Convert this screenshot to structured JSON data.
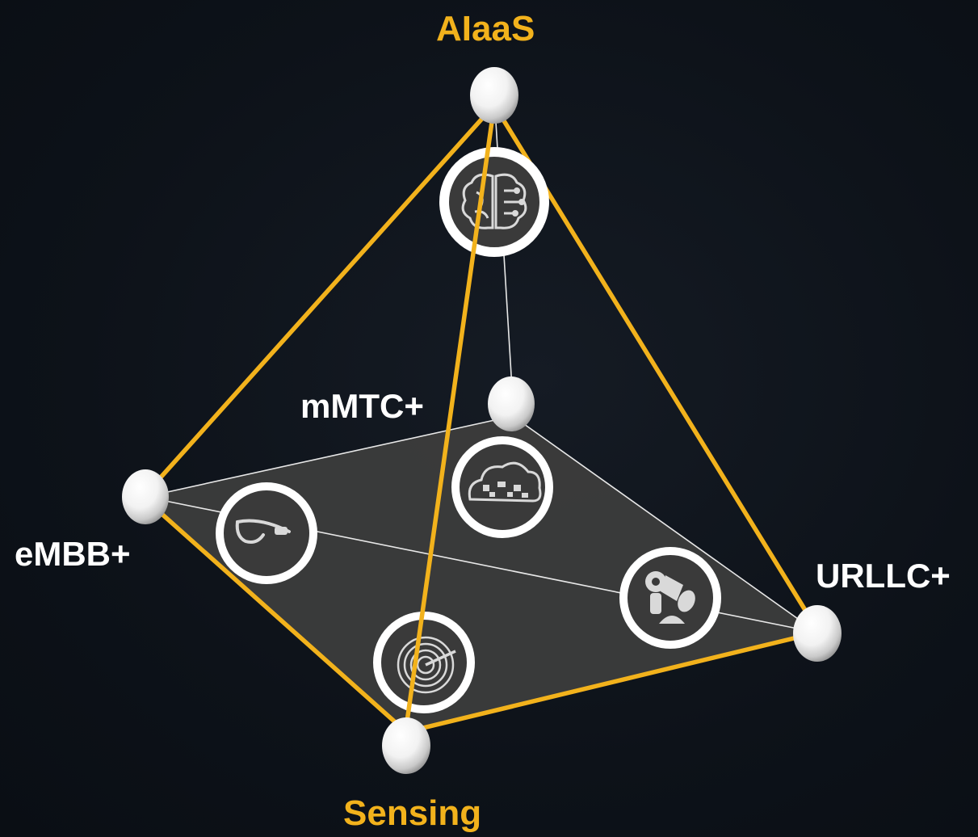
{
  "colors": {
    "background": "#0d1219",
    "edge_accent": "#f2b21c",
    "base_fill": "#3c3c3c",
    "node": "#ffffff",
    "icon_disc": "#3a3a3a"
  },
  "vertices": {
    "top": {
      "label": "AIaaS"
    },
    "back": {
      "label": "mMTC+"
    },
    "left": {
      "label": "eMBB+"
    },
    "right": {
      "label": "URLLC+"
    },
    "bottom": {
      "label": "Sensing"
    }
  },
  "icons": {
    "ai": "brain-circuit-icon",
    "iot": "iot-cloud-icon",
    "xr": "smart-glasses-icon",
    "robot": "robot-arm-icon",
    "sensing": "radar-icon"
  }
}
